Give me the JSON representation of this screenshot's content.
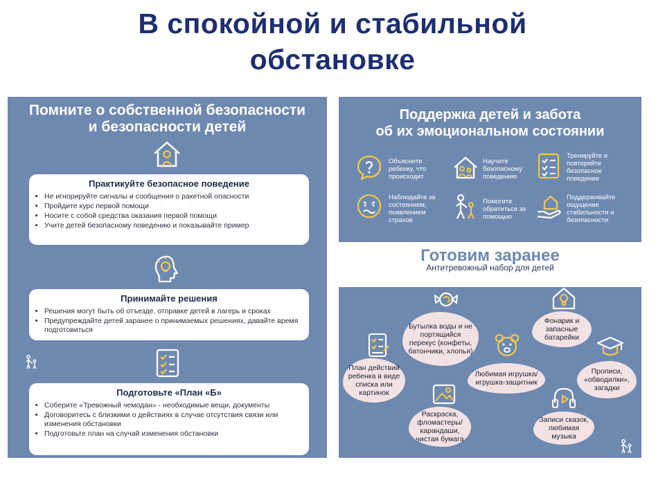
{
  "slide": {
    "title_line1": "В спокойной и стабильной",
    "title_line2": "обстановке"
  },
  "left_panel": {
    "heading_line1": "Помните о собственной безопасности",
    "heading_line2": "и безопасности детей",
    "cards": [
      {
        "title": "Практикуйте безопасное поведение",
        "icon": "house-person-icon",
        "items": [
          "Не игнорируйте сигналы и сообщения о ракетной опасности",
          "Пройдите курс первой помощи",
          "Носите с собой средства оказания первой помощи",
          "Учите детей безопасному поведению и показывайте пример"
        ]
      },
      {
        "title": "Принимайте решения",
        "icon": "lightbulb-head-icon",
        "items": [
          "Решения могут быть об отъезде, отправке детей в лагерь и сроках",
          "Предупреждайте детей заранее о принимаемых решениях, давайте время подготовиться"
        ]
      },
      {
        "title": "Подготовьте «План «Б»",
        "icon": "checklist-icon",
        "items": [
          "Соберите «Тревожный чемодан» - необходимые вещи, документы",
          "Договоритесь с близкими о действиях в случае отсутствия связи или изменения обстановки",
          "Подготовьте план на случай изменения обстановки"
        ]
      }
    ]
  },
  "right_panel": {
    "heading_line1": "Поддержка детей и забота",
    "heading_line2": "об их эмоциональном состоянии",
    "support_items": [
      {
        "icon": "question-bubble-icon",
        "text": "Объясните ребенку, что происходит"
      },
      {
        "icon": "house-family-icon",
        "text": "Научите безопасному поведению"
      },
      {
        "icon": "checklist-icon",
        "text": "Тренируйте и повторяйте безопасное поведение"
      },
      {
        "icon": "worried-face-icon",
        "text": "Наблюдайте за состоянием, появлением страхов"
      },
      {
        "icon": "people-help-icon",
        "text": "Помогите обратиться за помощью"
      },
      {
        "icon": "hand-house-icon",
        "text": "Поддерживайте ощущение стабильности и безопасности"
      }
    ],
    "prep_title": "Готовим заранее",
    "prep_subtitle": "Антитревожный набор для детей",
    "kit_items": [
      {
        "icon": "candy-icon",
        "text": "Бутылка воды и не портящийся перекус (конфеты, батончики, хлопья)"
      },
      {
        "icon": "flashlight-house-icon",
        "text": "Фонарик и запасные батарейки"
      },
      {
        "icon": "checklist-icon",
        "text": "План действий ребенка в виде списка или картинок"
      },
      {
        "icon": "teddy-bear-icon",
        "text": "Любимая игрушка/ игрушка-защитник"
      },
      {
        "icon": "graduation-cap-icon",
        "text": "Прописи, «обводилки», загадки"
      },
      {
        "icon": "picture-icon",
        "text": "Раскраска, фломастеры/ карандаши, чистая бумага"
      },
      {
        "icon": "music-icon",
        "text": "Записи сказок, любимая музыка"
      }
    ]
  },
  "colors": {
    "title": "#1d2f6f",
    "panel": "#6e89b0",
    "blob": "#f2e2e4",
    "icon_yellow": "#f2c94c"
  }
}
